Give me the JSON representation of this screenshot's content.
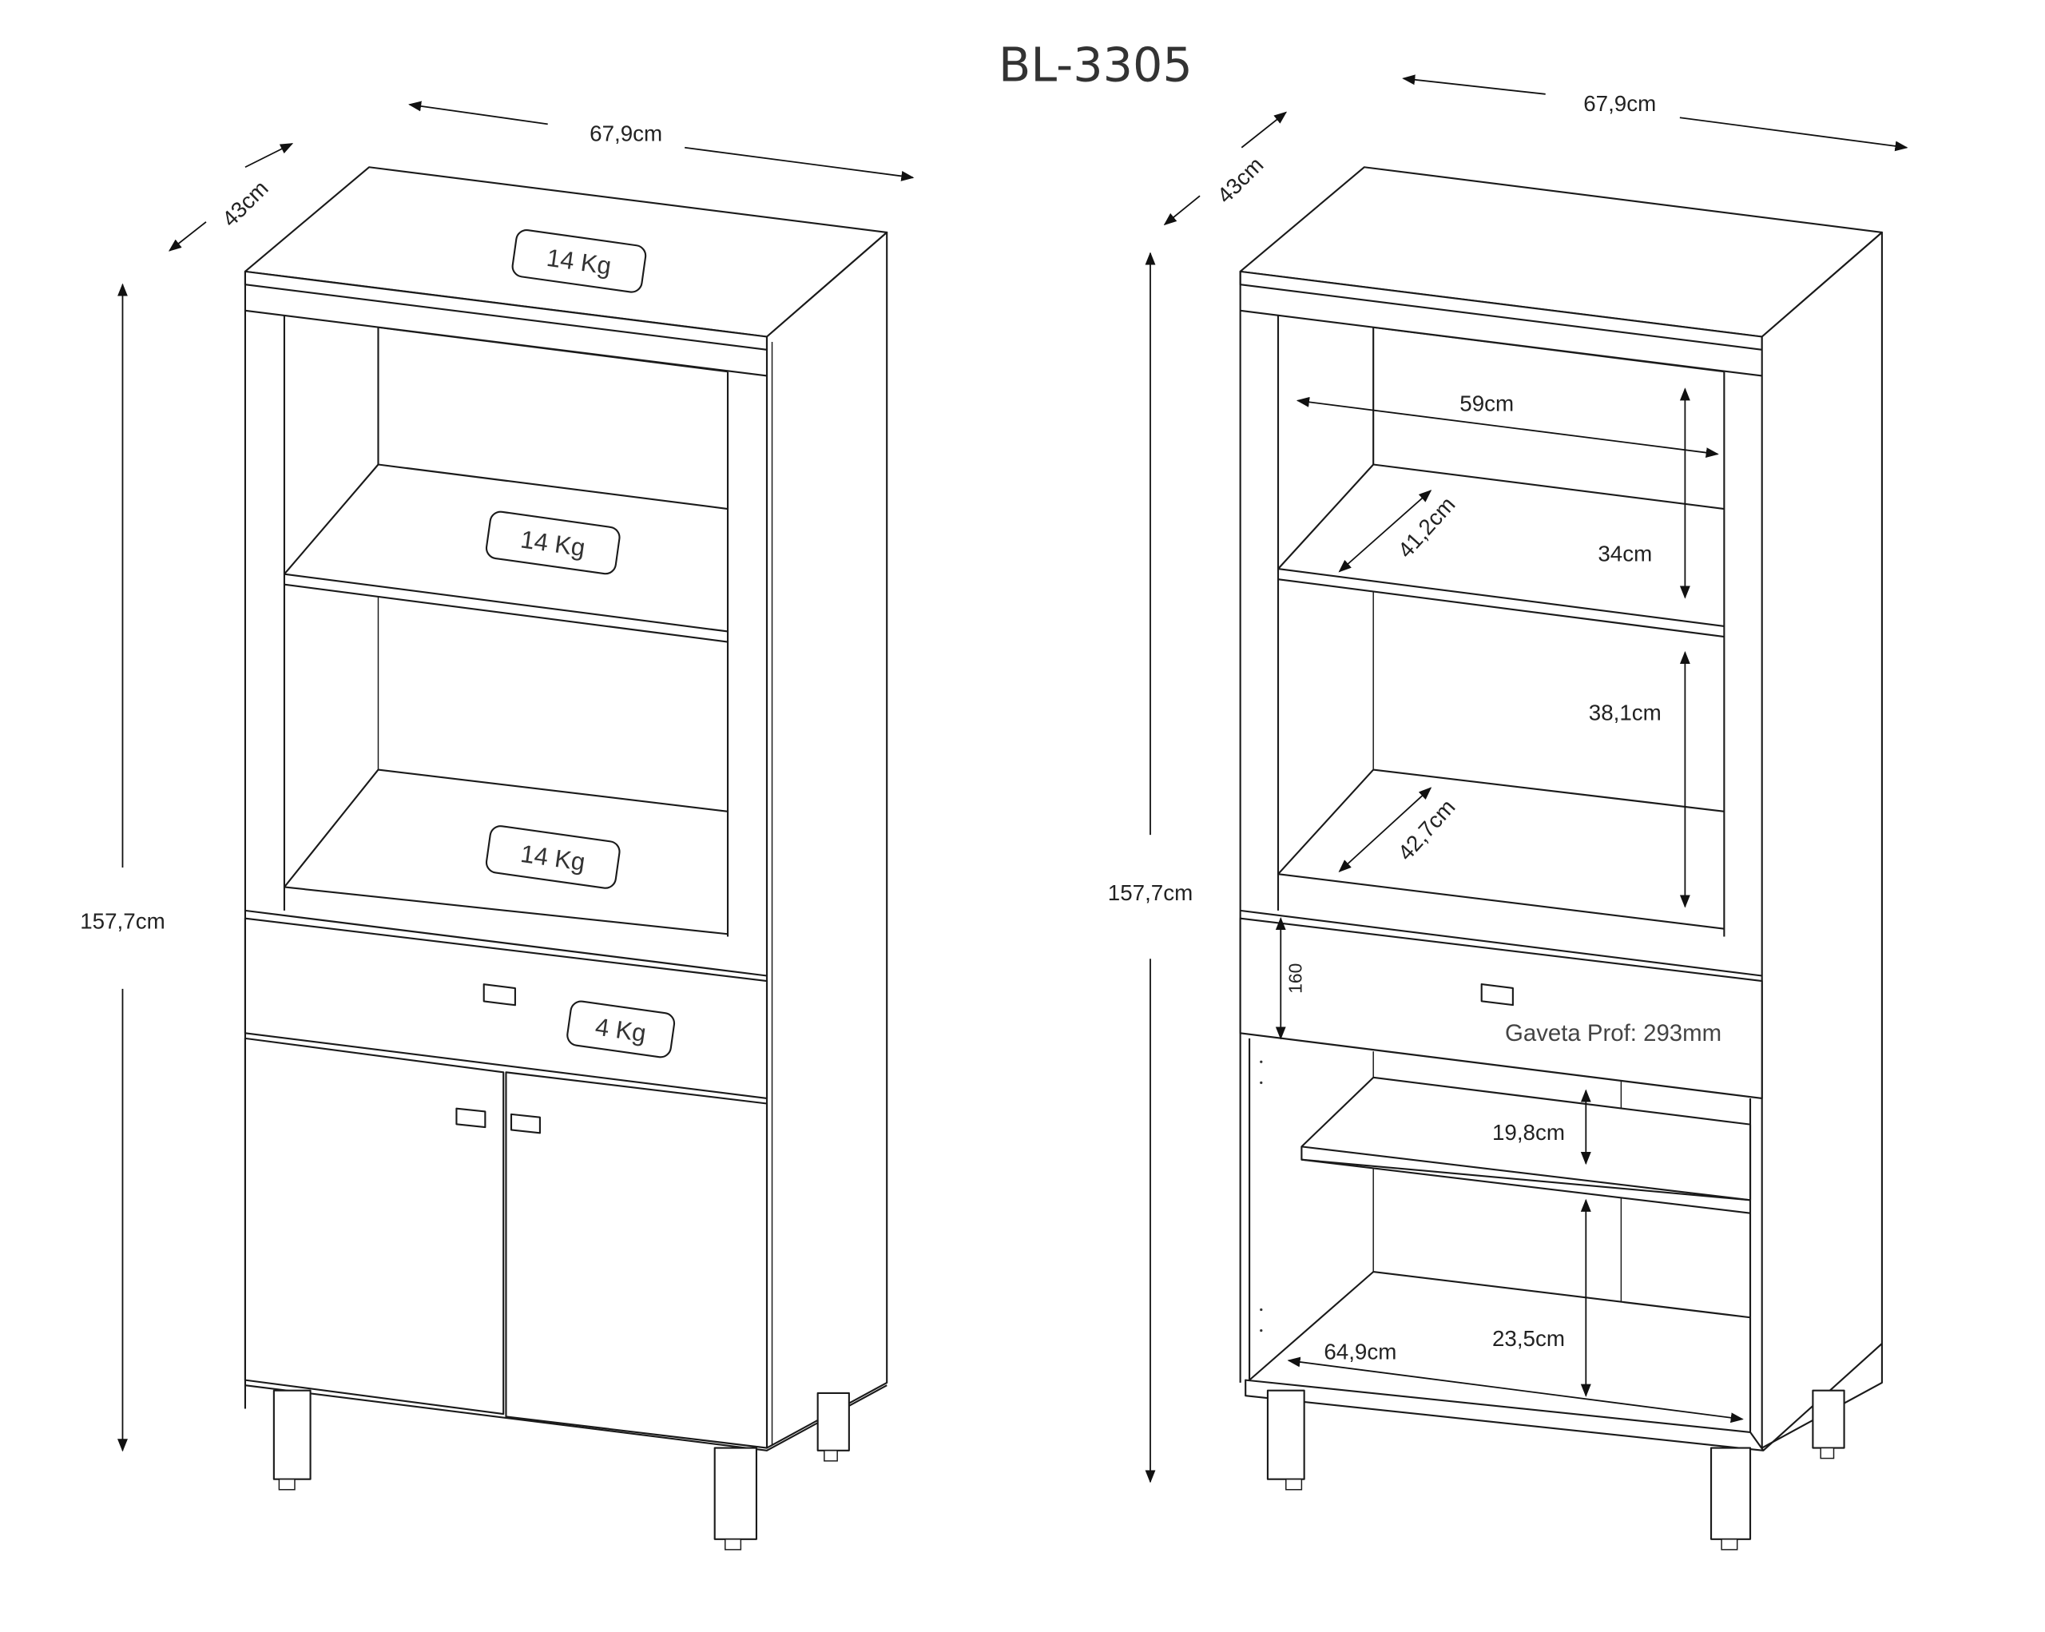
{
  "title": "BL-3305",
  "colors": {
    "line": "#1a1a1a",
    "text": "#222222",
    "background": "#ffffff"
  },
  "left_view": {
    "width_label": "67,9cm",
    "depth_label": "43cm",
    "height_label": "157,7cm",
    "load_labels": {
      "top": "14 Kg",
      "shelf_upper": "14 Kg",
      "shelf_lower": "14 Kg",
      "drawer": "4 Kg"
    }
  },
  "right_view": {
    "width_label": "67,9cm",
    "depth_label": "43cm",
    "height_label": "157,7cm",
    "inner_width_label": "59cm",
    "upper_shelf_depth_label": "41,2cm",
    "upper_niche_height_label": "34cm",
    "middle_niche_height_label": "38,1cm",
    "lower_shelf_depth_label": "42,7cm",
    "drawer_height_label": "160",
    "drawer_depth_label": "Gaveta Prof: 293mm",
    "lower_shelf_gap_label": "19,8cm",
    "bottom_niche_height_label": "23,5cm",
    "bottom_inner_width_label": "64,9cm"
  }
}
